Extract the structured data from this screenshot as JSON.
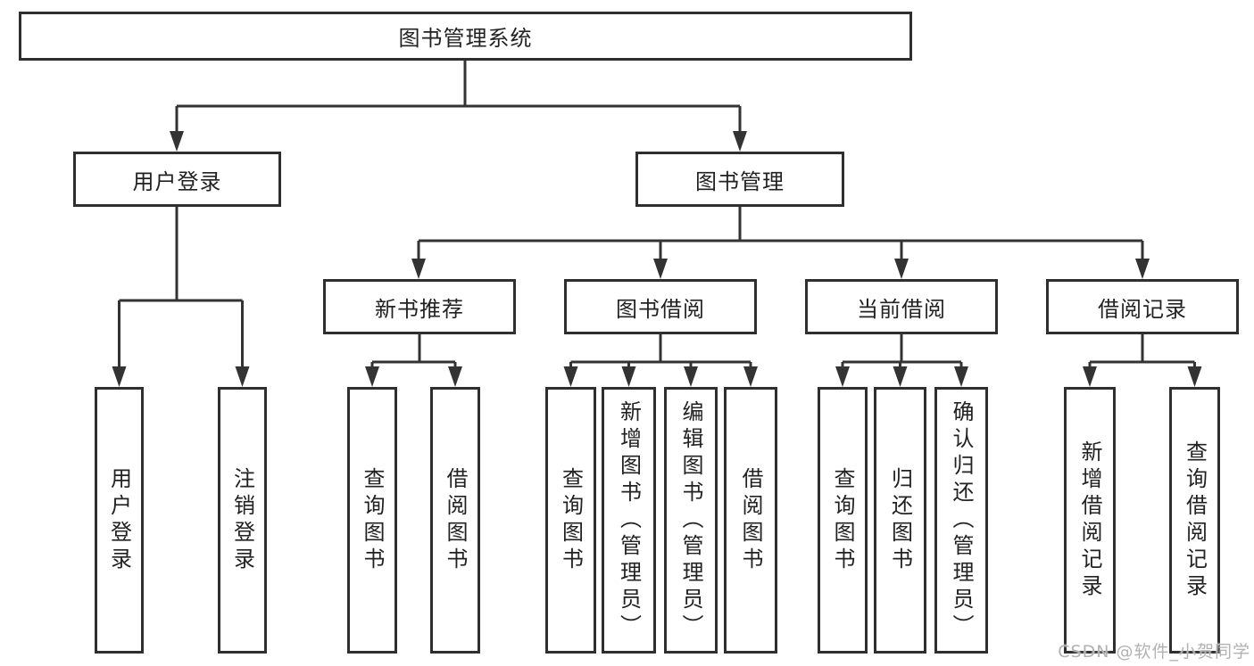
{
  "diagram": {
    "root": {
      "label": "图书管理系统"
    },
    "level2": [
      {
        "label": "用户登录"
      },
      {
        "label": "图书管理"
      }
    ],
    "level3": [
      {
        "label": "新书推荐",
        "parent": "图书管理"
      },
      {
        "label": "图书借阅",
        "parent": "图书管理"
      },
      {
        "label": "当前借阅",
        "parent": "图书管理"
      },
      {
        "label": "借阅记录",
        "parent": "图书管理"
      }
    ],
    "level4": [
      {
        "label": "用户登录",
        "parent": "用户登录"
      },
      {
        "label": "注销登录",
        "parent": "用户登录"
      },
      {
        "label": "查询图书",
        "parent": "新书推荐"
      },
      {
        "label": "借阅图书",
        "parent": "新书推荐"
      },
      {
        "label": "查询图书",
        "parent": "图书借阅"
      },
      {
        "label": "新增图书（管理员）",
        "parent": "图书借阅"
      },
      {
        "label": "编辑图书（管理员）",
        "parent": "图书借阅"
      },
      {
        "label": "借阅图书",
        "parent": "图书借阅"
      },
      {
        "label": "查询图书",
        "parent": "当前借阅"
      },
      {
        "label": "归还图书",
        "parent": "当前借阅"
      },
      {
        "label": "确认归还（管理员）",
        "parent": "当前借阅"
      },
      {
        "label": "新增借阅记录",
        "parent": "借阅记录"
      },
      {
        "label": "查询借阅记录",
        "parent": "借阅记录"
      }
    ]
  },
  "watermark": {
    "text": "CSDN @软件_小贺同学"
  },
  "colors": {
    "line": "#333333",
    "border": "#2f2f2f",
    "text": "#222222",
    "watermark": "#b2b2b2",
    "background": "#ffffff"
  }
}
